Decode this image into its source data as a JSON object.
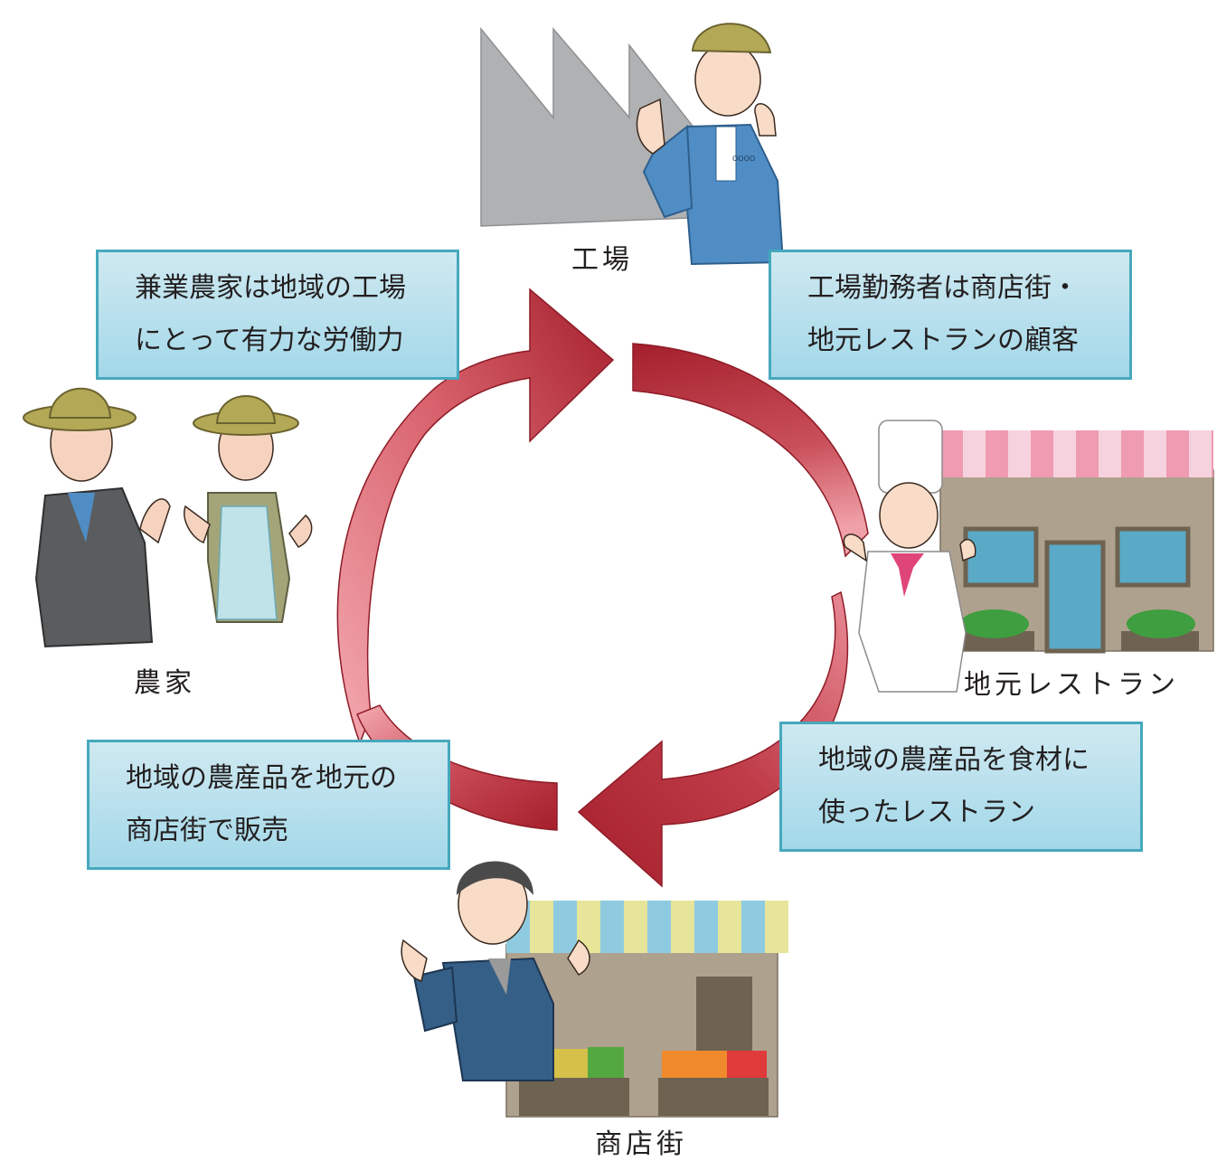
{
  "nodes": {
    "factory": {
      "label": "工場"
    },
    "farmers": {
      "label": "農家"
    },
    "restaurant": {
      "label": "地元レストラン"
    },
    "shopping_street": {
      "label": "商店街"
    }
  },
  "boxes": {
    "farmers_to_factory": {
      "line1": "兼業農家は地域の工場",
      "line2": "にとって有力な労働力"
    },
    "factory_to_restaurant": {
      "line1": "工場勤務者は商店街・",
      "line2": "地元レストランの顧客"
    },
    "restaurant_to_shop": {
      "line1": "地域の農産品を食材に",
      "line2": "使ったレストラン"
    },
    "shop_to_farmers": {
      "line1": "地域の農産品を地元の",
      "line2": "商店街で販売"
    }
  },
  "badges": {
    "worker_badge": "OOOO"
  },
  "colors": {
    "arrow_red": "#a8232f",
    "arrow_pink": "#f2a0a8",
    "box_fill": "#a3d8e9",
    "box_border": "#46a8bd",
    "factory_gray": "#b0b1b3",
    "awning_pink": "#ef9bb1",
    "awning_blue": "#8fcbe0",
    "awning_yellow": "#e6e59a"
  }
}
